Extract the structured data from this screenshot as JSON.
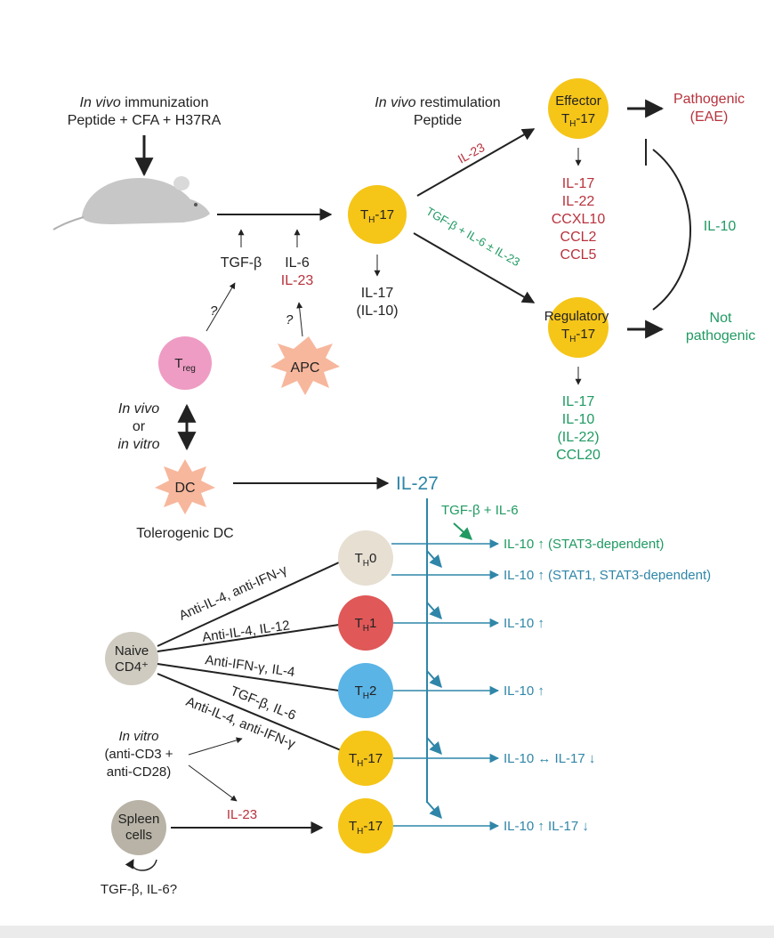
{
  "top": {
    "immunization_italic": "In vivo",
    "immunization_rest": " immunization",
    "immunization_agents": "Peptide + CFA + H37RA",
    "restim_italic": "In vivo",
    "restim_rest": " restimulation",
    "restim_agent": "Peptide",
    "tgfb": "TGF-β",
    "il6": "IL-6",
    "il23": "IL-23",
    "question": "?",
    "th17_cytokines": [
      "IL-17",
      "(IL-10)"
    ],
    "il23_branch": "IL-23",
    "regulatory_branch": "TGF-β + IL-6 ± IL-23",
    "effector_cytokines": [
      "IL-17",
      "IL-22",
      "CCXL10",
      "CCL2",
      "CCL5"
    ],
    "regulatory_cytokines": [
      "IL-17",
      "IL-10",
      "(IL-22)",
      "CCL20"
    ],
    "pathogenic": [
      "Pathogenic",
      "(EAE)"
    ],
    "not_pathogenic": [
      "Not",
      "pathogenic"
    ],
    "il10_feedback": "IL-10"
  },
  "cells": {
    "th17_main": {
      "main": "T",
      "sub": "H",
      "rest": "-17"
    },
    "effector": {
      "label": "Effector",
      "main": "T",
      "sub": "H",
      "rest": "-17"
    },
    "regulatory": {
      "label": "Regulatory",
      "main": "T",
      "sub": "H",
      "rest": "-17"
    },
    "treg": {
      "main": "T",
      "sub": "reg"
    },
    "apc": "APC",
    "dc": "DC",
    "th0": {
      "main": "T",
      "sub": "H",
      "rest": "0"
    },
    "th1": {
      "main": "T",
      "sub": "H",
      "rest": "1"
    },
    "th2": {
      "main": "T",
      "sub": "H",
      "rest": "2"
    },
    "th17_a": {
      "main": "T",
      "sub": "H",
      "rest": "-17"
    },
    "th17_b": {
      "main": "T",
      "sub": "H",
      "rest": "-17"
    },
    "naive": [
      "Naive",
      "CD4⁺"
    ],
    "spleen": [
      "Spleen",
      "cells"
    ]
  },
  "middle": {
    "invivo_invitro": [
      "In vivo",
      "or",
      "in vitro"
    ],
    "tolerogenic": "Tolerogenic DC",
    "il27": "IL-27",
    "tgfb_il6": "TGF-β + IL-6"
  },
  "bottom": {
    "cond_th0": "Anti-IL-4, anti-IFN-γ",
    "cond_th1": "Anti-IL-4, IL-12",
    "cond_th2": "Anti-IFN-γ, IL-4",
    "cond_th17_1": "TGF-β, IL-6",
    "cond_th17_2": "Anti-IL-4, anti-IFN-γ",
    "invitro": [
      "In vitro",
      "(anti-CD3 +",
      "anti-CD28)"
    ],
    "spleen_il23": "IL-23",
    "spleen_loop": "TGF-β, IL-6?",
    "outcomes": [
      "IL-10 ↑ (STAT3-dependent)",
      "IL-10 ↑ (STAT1, STAT3-dependent)",
      "IL-10 ↑",
      "IL-10 ↑",
      "IL-10 ↔ IL-17 ↓",
      "IL-10 ↑ IL-17 ↓"
    ]
  },
  "colors": {
    "yellow": "#f5c518",
    "treg_pink": "#ee9cc4",
    "apc_salmon": "#f7b79d",
    "th0_beige": "#e6dfd2",
    "th1_red": "#e05858",
    "th2_blue": "#5ab4e6",
    "naive_gray": "#cfcbc0",
    "spleen_gray": "#b8b3a6",
    "red_text": "#b8323c",
    "green_text": "#1f9a62",
    "teal": "#2f86a8"
  }
}
